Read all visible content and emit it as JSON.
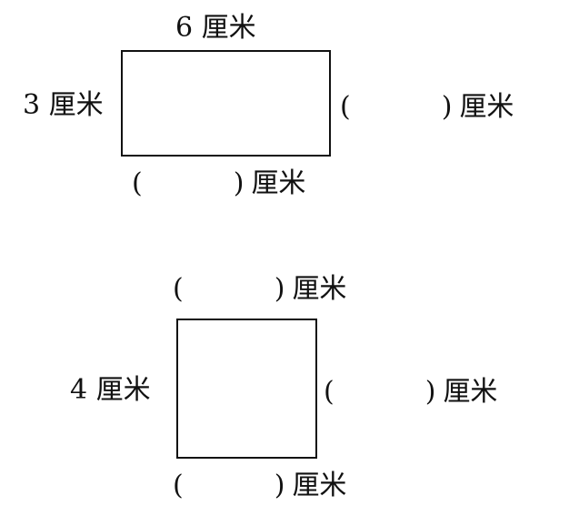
{
  "rectangle": {
    "top_label": "6 厘米",
    "left_label": "3 厘米",
    "right_blank": {
      "open": "(",
      "close": ")",
      "unit": "厘米"
    },
    "bottom_blank": {
      "open": "(",
      "close": ")",
      "unit": "厘米"
    }
  },
  "square": {
    "left_label": "4 厘米",
    "top_blank": {
      "open": "(",
      "close": ")",
      "unit": "厘米"
    },
    "right_blank": {
      "open": "(",
      "close": ")",
      "unit": "厘米"
    },
    "bottom_blank": {
      "open": "(",
      "close": ")",
      "unit": "厘米"
    }
  }
}
